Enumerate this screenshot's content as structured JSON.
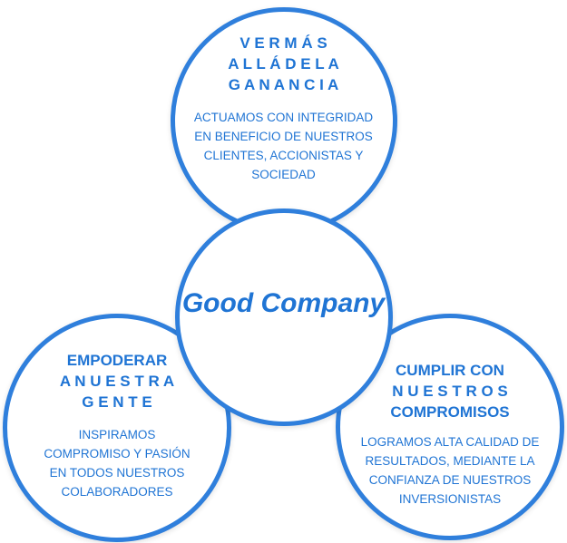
{
  "center": {
    "label": "Good Company"
  },
  "top": {
    "heading_lines": [
      "V E R  M Á S",
      "A L L Á   D E   L A",
      "G A N A N C I A"
    ],
    "body_lines": [
      "ACTUAMOS CON INTEGRIDAD",
      "EN  BENEFICIO DE NUESTROS",
      "CLIENTES,  ACCIONISTAS Y",
      "SOCIEDAD"
    ]
  },
  "left": {
    "heading_lines": [
      "EMPODERAR",
      "A N U E S T R A",
      "G E N T E"
    ],
    "body_lines": [
      "INSPIRAMOS",
      "COMPROMISO Y PASIÓN",
      "EN TODOS NUESTROS",
      "COLABORADORES"
    ]
  },
  "right": {
    "heading_lines": [
      "CUMPLIR   CON",
      "N U E S T R O S",
      "COMPROMISOS"
    ],
    "body_lines": [
      "LOGRAMOS ALTA CALIDAD DE",
      "RESULTADOS, MEDIANTE LA",
      "CONFIANZA DE NUESTROS",
      "INVERSIONISTAS"
    ]
  },
  "colors": {
    "accent": "#2f7fdc",
    "text": "#1f74d4"
  }
}
